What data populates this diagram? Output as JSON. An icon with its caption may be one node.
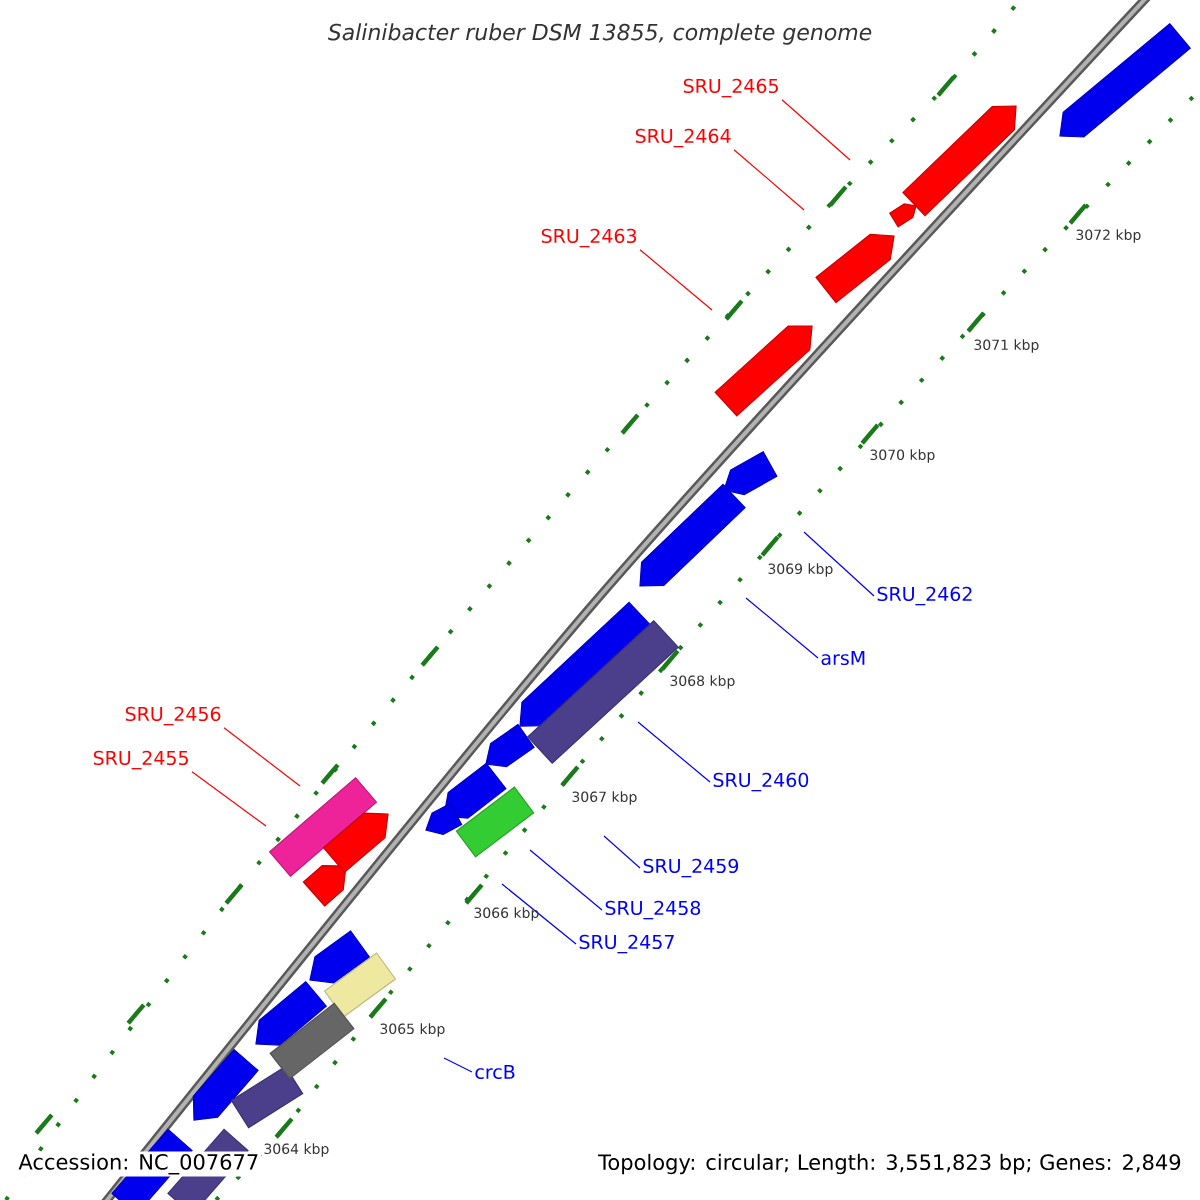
{
  "diagram": {
    "title": "Salinibacter ruber DSM 13855, complete genome",
    "nodes": [
      {
        "text": [
          "SRU_2465"
        ]
      },
      {
        "text": [
          "SRU_2464"
        ]
      },
      {
        "text": [
          "SRU_2463"
        ]
      },
      {
        "text": [
          "SRU_2462"
        ]
      },
      {
        "text": [
          "arsM"
        ]
      },
      {
        "text": [
          "SRU_2456"
        ]
      },
      {
        "text": [
          "SRU_2455"
        ]
      },
      {
        "text": [
          "SRU_2460"
        ]
      },
      {
        "text": [
          "SRU_2459"
        ]
      },
      {
        "text": [
          "SRU_2458"
        ]
      },
      {
        "text": [
          "SRU_2457"
        ]
      },
      {
        "text": [
          "crcB"
        ]
      }
    ],
    "edges": [
      {
        "from": 0,
        "to": null,
        "arrow": "none",
        "color": "#ff0000"
      },
      {
        "from": 1,
        "to": null,
        "arrow": "none",
        "color": "#ff0000"
      },
      {
        "from": 2,
        "to": null,
        "arrow": "none",
        "color": "#ff0000"
      },
      {
        "from": 3,
        "to": null,
        "arrow": "none"
      },
      {
        "from": 4,
        "to": null,
        "arrow": "none"
      },
      {
        "from": 5,
        "to": null,
        "arrow": "none",
        "color": "#ff0000"
      },
      {
        "from": 6,
        "to": null,
        "arrow": "none",
        "color": "#ff0000"
      },
      {
        "from": 7,
        "to": null,
        "arrow": "none"
      },
      {
        "from": 8,
        "to": null,
        "arrow": "none"
      },
      {
        "from": 9,
        "to": null,
        "arrow": "none"
      },
      {
        "from": 10,
        "to": null,
        "arrow": "none"
      },
      {
        "from": 11,
        "to": null,
        "arrow": "none"
      }
    ],
    "labels": [
      "3072 kbp",
      "3071 kbp",
      "3070 kbp",
      "3069 kbp",
      "3068 kbp",
      "3067 kbp",
      "3066 kbp",
      "3065 kbp",
      "3064 kbp",
      "Accession: NC_007677",
      "Topology: circular; Length: 3,551,823 bp; Genes: 2,849"
    ]
  }
}
